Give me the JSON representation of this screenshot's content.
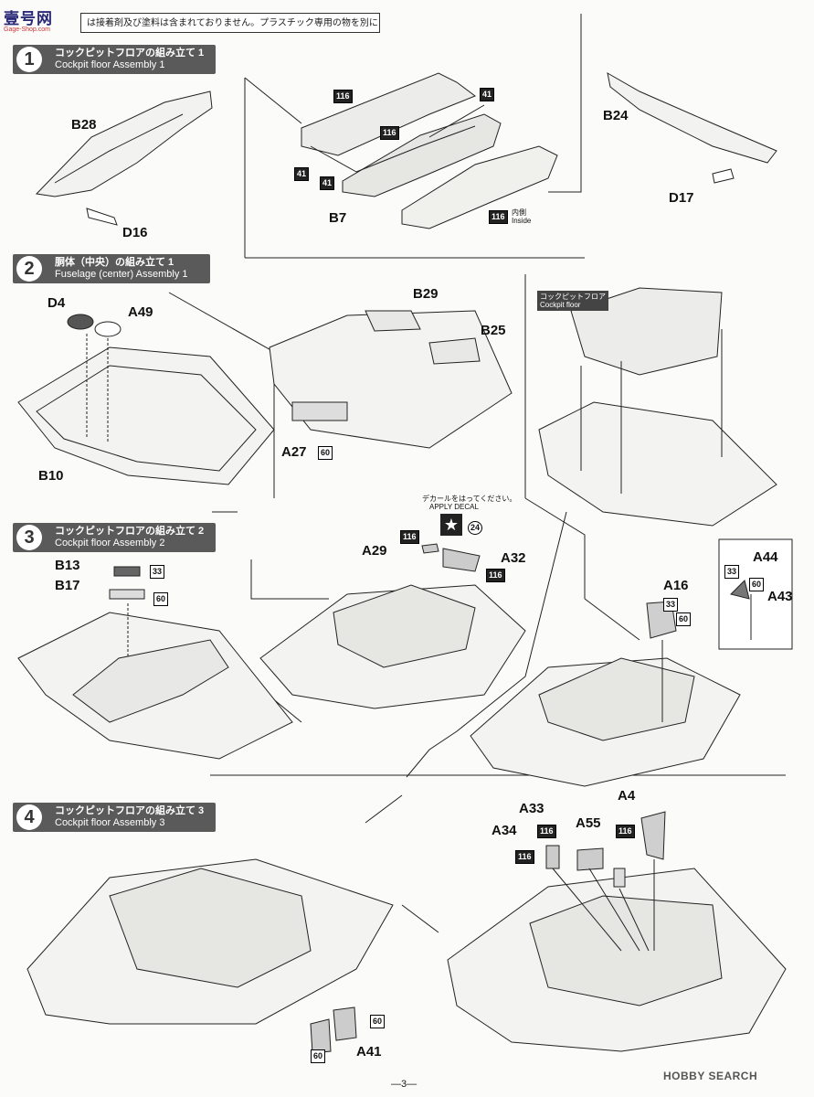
{
  "header": {
    "logo_text": "壹号网",
    "logo_sub": "Gage-Shop.com",
    "notice": "は接着剤及び塗料は含まれておりません。プラスチック専用の物を別にお求め下さい。"
  },
  "steps": [
    {
      "num": "1",
      "jp": "コックピットフロアの組み立て 1",
      "en": "Cockpit floor Assembly 1"
    },
    {
      "num": "2",
      "jp": "胴体（中央）の組み立て 1",
      "en": "Fuselage (center) Assembly 1"
    },
    {
      "num": "3",
      "jp": "コックピットフロアの組み立て 2",
      "en": "Cockpit floor Assembly 2"
    },
    {
      "num": "4",
      "jp": "コックピットフロアの組み立て 3",
      "en": "Cockpit floor Assembly 3"
    }
  ],
  "parts": {
    "b28": "B28",
    "d16": "D16",
    "b7": "B7",
    "b24": "B24",
    "d17": "D17",
    "d4": "D4",
    "a49": "A49",
    "b10": "B10",
    "b29": "B29",
    "b25": "B25",
    "a27": "A27",
    "b13": "B13",
    "b17": "B17",
    "a29": "A29",
    "a32": "A32",
    "a16": "A16",
    "a44": "A44",
    "a43": "A43",
    "a4": "A4",
    "a33": "A33",
    "a55": "A55",
    "a34": "A34",
    "a41": "A41"
  },
  "colors": {
    "c116": "116",
    "c41": "41",
    "c60": "60",
    "c33": "33",
    "c24": "24"
  },
  "notes": {
    "inside_jp": "内側",
    "inside_en": "Inside",
    "decal_jp": "デカールをはってください。",
    "decal_en": "APPLY DECAL",
    "cockpit_jp": "コックピットフロア",
    "cockpit_en": "Cockpit floor"
  },
  "footer": {
    "page": "—3—",
    "watermark": "HOBBY SEARCH"
  }
}
